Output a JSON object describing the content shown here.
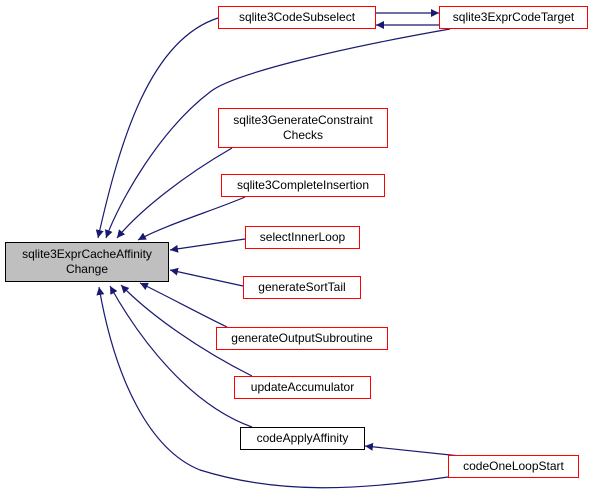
{
  "colors": {
    "edge": "#191970",
    "node_border_red": "#ff0000",
    "node_border_black": "#000000",
    "root_fill": "#bfbfbf"
  },
  "nodes": {
    "root": "sqlite3ExprCacheAffinity\nChange",
    "codeSubselect": "sqlite3CodeSubselect",
    "exprCodeTarget": "sqlite3ExprCodeTarget",
    "generateConstraintChecks": "sqlite3GenerateConstraint\nChecks",
    "completeInsertion": "sqlite3CompleteInsertion",
    "selectInnerLoop": "selectInnerLoop",
    "generateSortTail": "generateSortTail",
    "generateOutputSubroutine": "generateOutputSubroutine",
    "updateAccumulator": "updateAccumulator",
    "codeApplyAffinity": "codeApplyAffinity",
    "codeOneLoopStart": "codeOneLoopStart"
  }
}
